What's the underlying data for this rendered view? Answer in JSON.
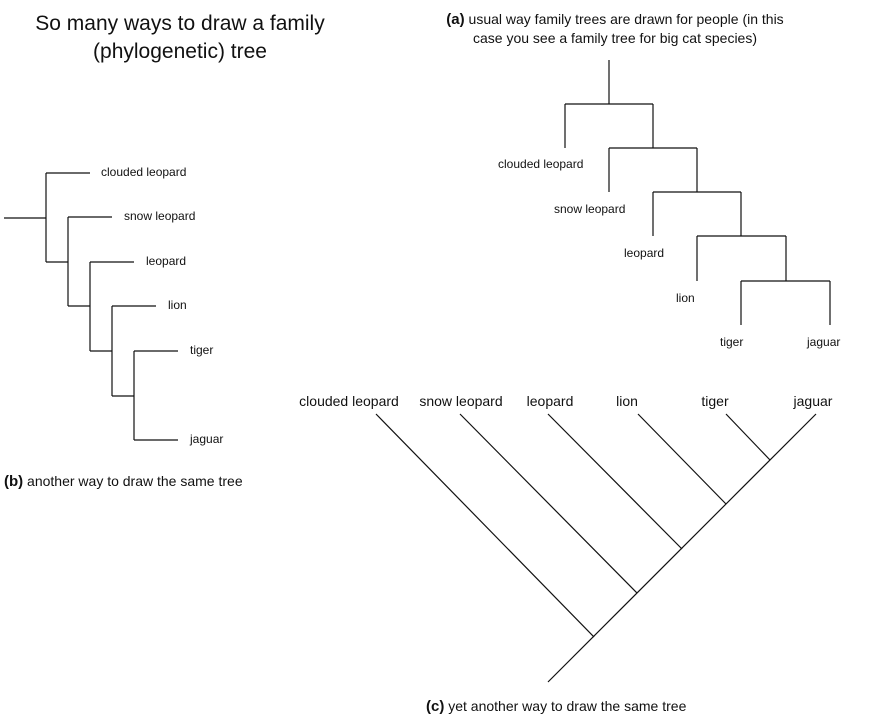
{
  "title_line1": "So many ways to draw a family",
  "title_line2": "(phylogenetic) tree",
  "caption_a": {
    "letter": "(a)",
    "line1": "usual way family trees are drawn for people (in this",
    "line2": "case you see a family tree for big cat species)"
  },
  "caption_b": {
    "letter": "(b)",
    "text": "another way to draw the same  tree"
  },
  "caption_c": {
    "letter": "(c)",
    "text": "yet another  way to draw the same tree"
  },
  "species": [
    "clouded leopard",
    "snow leopard",
    "leopard",
    "lion",
    "tiger",
    "jaguar"
  ]
}
